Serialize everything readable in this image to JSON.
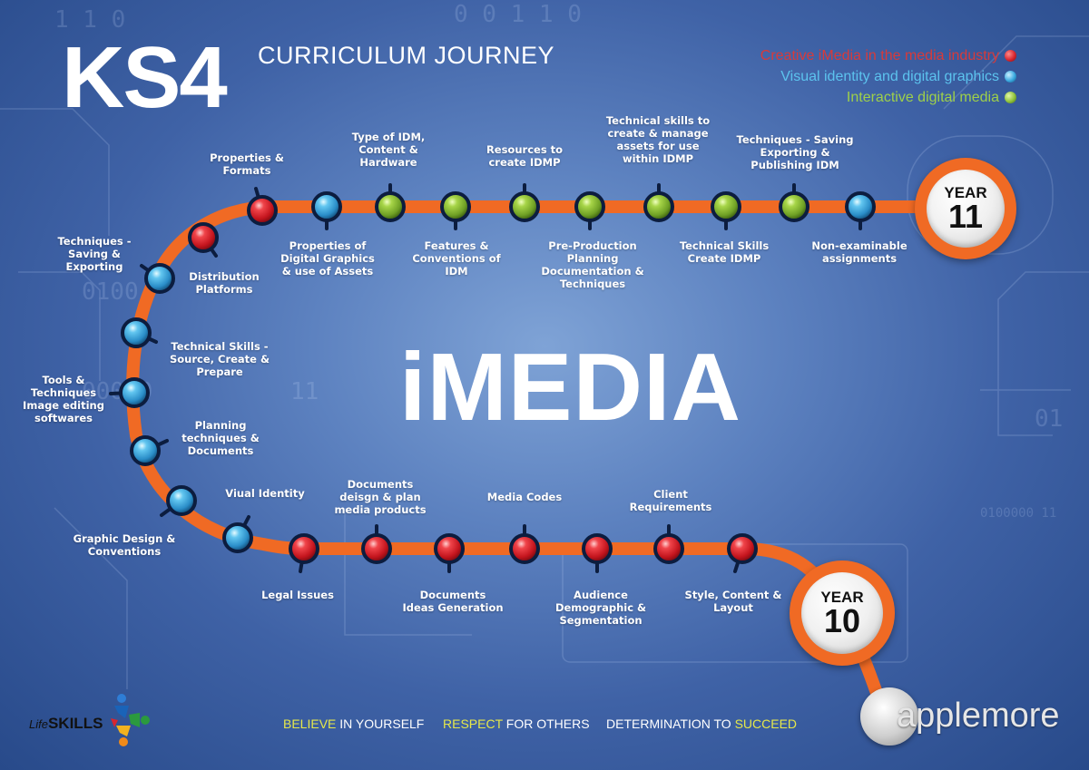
{
  "header": {
    "ks_label": "KS4",
    "subtitle": "CURRICULUM JOURNEY"
  },
  "legend": [
    {
      "label": "Creative iMedia in the media industry",
      "color": "#d8262f",
      "text_color": "#d83a3a"
    },
    {
      "label": "Visual identity and digital graphics",
      "color": "#3aa9e0",
      "text_color": "#5cc3ee"
    },
    {
      "label": "Interactive digital media",
      "color": "#8fc23a",
      "text_color": "#9ed04a"
    }
  ],
  "main_title": "iMEDIA",
  "colors": {
    "track": "#f06a24",
    "red": "#d8262f",
    "blue": "#3aa9e0",
    "green": "#8fc23a",
    "highlight": "#e6e84a"
  },
  "year11": {
    "label": "YEAR",
    "number": "11"
  },
  "year10": {
    "label": "YEAR",
    "number": "10"
  },
  "year11_nodes": [
    {
      "label": "Distribution\nPlatforms",
      "category": "red"
    },
    {
      "label": "Properties &\nFormats",
      "category": "red"
    },
    {
      "label": "Properties of\nDigital Graphics\n& use of Assets",
      "category": "blue"
    },
    {
      "label": "Type of IDM,\nContent &\nHardware",
      "category": "green"
    },
    {
      "label": "Features &\nConventions of\nIDM",
      "category": "green"
    },
    {
      "label": "Resources to\ncreate IDMP",
      "category": "green"
    },
    {
      "label": "Pre-Production\nPlanning\nDocumentation &\nTechniques",
      "category": "green"
    },
    {
      "label": "Technical skills to\ncreate & manage\nassets for use\nwithin IDMP",
      "category": "green"
    },
    {
      "label": "Technical Skills\nCreate IDMP",
      "category": "green"
    },
    {
      "label": "Techniques - Saving\nExporting &\nPublishing IDM",
      "category": "green"
    },
    {
      "label": "Non-examinable\nassignments",
      "category": "blue"
    }
  ],
  "transition_nodes": [
    {
      "label": "Techniques -\nSaving &\nExporting",
      "category": "blue"
    },
    {
      "label": "Technical Skills -\nSource, Create &\nPrepare",
      "category": "blue"
    },
    {
      "label": "Tools &\nTechniques\nImage editing\nsoftwares",
      "category": "blue"
    },
    {
      "label": "Planning\ntechniques &\nDocuments",
      "category": "blue"
    },
    {
      "label": "Graphic Design &\nConventions",
      "category": "blue"
    },
    {
      "label": "Viual Identity",
      "category": "blue"
    }
  ],
  "year10_nodes": [
    {
      "label": "Legal Issues",
      "category": "red"
    },
    {
      "label": "Documents\ndeisgn & plan\nmedia products",
      "category": "red"
    },
    {
      "label": "Documents\nIdeas Generation",
      "category": "red"
    },
    {
      "label": "Media Codes",
      "category": "red"
    },
    {
      "label": "Audience\nDemographic &\nSegmentation",
      "category": "red"
    },
    {
      "label": "Client\nRequirements",
      "category": "red"
    },
    {
      "label": "Style, Content &\nLayout",
      "category": "red"
    }
  ],
  "footer": {
    "lifeskills_prefix": "Life",
    "lifeskills_name": "SKILLS",
    "values": [
      {
        "highlight": "BELIEVE",
        "rest": " IN YOURSELF"
      },
      {
        "highlight": "RESPECT",
        "rest": " FOR OTHERS"
      },
      {
        "prefix": "DETERMINATION TO ",
        "highlight": "SUCCEED"
      }
    ],
    "brand": "applemore"
  }
}
